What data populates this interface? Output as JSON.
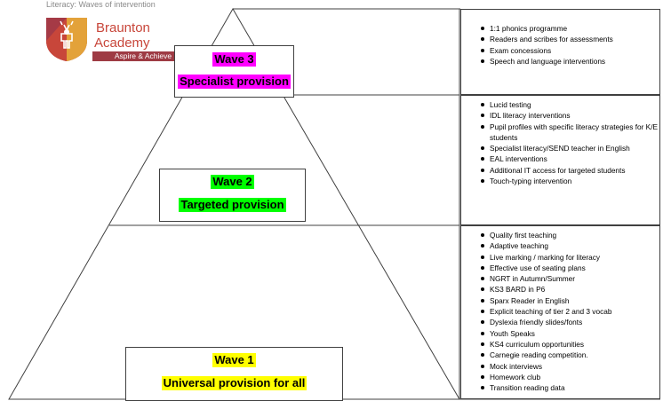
{
  "page": {
    "title": "Literacy: Waves of intervention"
  },
  "logo": {
    "name_line1": "Braunton",
    "name_line2": "Academy",
    "motto": "Aspire & Achieve"
  },
  "waves": [
    {
      "title": "Wave 3",
      "subtitle": "Specialist provision",
      "highlight": "#ff00ff",
      "items": [
        "1:1 phonics programme",
        "Readers and scribes for assessments",
        "Exam concessions",
        "Speech and language interventions"
      ]
    },
    {
      "title": "Wave 2",
      "subtitle": "Targeted provision",
      "highlight": "#00ff00",
      "items": [
        "Lucid testing",
        "IDL literacy interventions",
        "Pupil profiles with specific literacy strategies for K/E students",
        "Specialist literacy/SEND teacher in English",
        "EAL interventions",
        "Additional IT access for targeted students",
        "Touch-typing intervention"
      ]
    },
    {
      "title": "Wave 1",
      "subtitle": "Universal provision for all",
      "highlight": "#ffff00",
      "items": [
        "Quality first teaching",
        "Adaptive teaching",
        "Live marking / marking for literacy",
        "Effective use of seating plans",
        "NGRT in Autumn/Summer",
        "KS3 BARD in P6",
        "Sparx Reader in English",
        "Explicit teaching of tier 2 and 3 vocab",
        "Dyslexia friendly slides/fonts",
        "Youth Speaks",
        "KS4 curriculum opportunities",
        "Carnegie reading competition.",
        "Mock interviews",
        "Homework club",
        "Transition reading data"
      ]
    }
  ]
}
